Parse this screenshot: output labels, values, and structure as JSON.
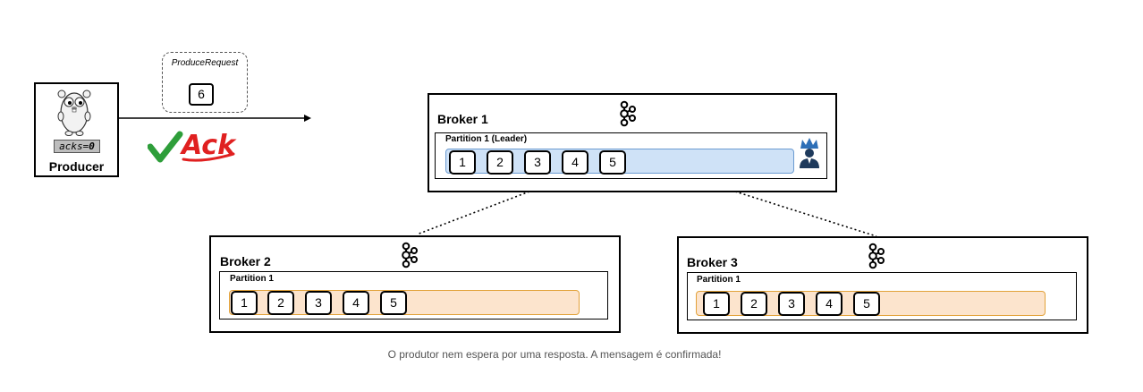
{
  "producer": {
    "label": "Producer",
    "acks_key": "acks=",
    "acks_value": "0",
    "icon": "gopher-icon"
  },
  "request": {
    "title": "ProduceRequest",
    "message": "6"
  },
  "ack": {
    "text": "Ack",
    "icon": "checkmark-icon",
    "colors": {
      "check": "#2e9e3a",
      "ack": "#e02020"
    }
  },
  "brokers": [
    {
      "title": "Broker 1",
      "partition_title": "Partition 1 (Leader)",
      "messages": [
        "1",
        "2",
        "3",
        "4",
        "5"
      ],
      "leader_icon": "leader-crown-icon"
    },
    {
      "title": "Broker 2",
      "partition_title": "Partition 1",
      "messages": [
        "1",
        "2",
        "3",
        "4",
        "5"
      ]
    },
    {
      "title": "Broker 3",
      "partition_title": "Partition 1",
      "messages": [
        "1",
        "2",
        "3",
        "4",
        "5"
      ]
    }
  ],
  "caption": "O produtor nem espera por uma resposta. A mensagem é confirmada!",
  "colors": {
    "leader_bar": "#cfe2f7",
    "follower_bar": "#fce4cd",
    "crown": "#2d6fb7"
  }
}
